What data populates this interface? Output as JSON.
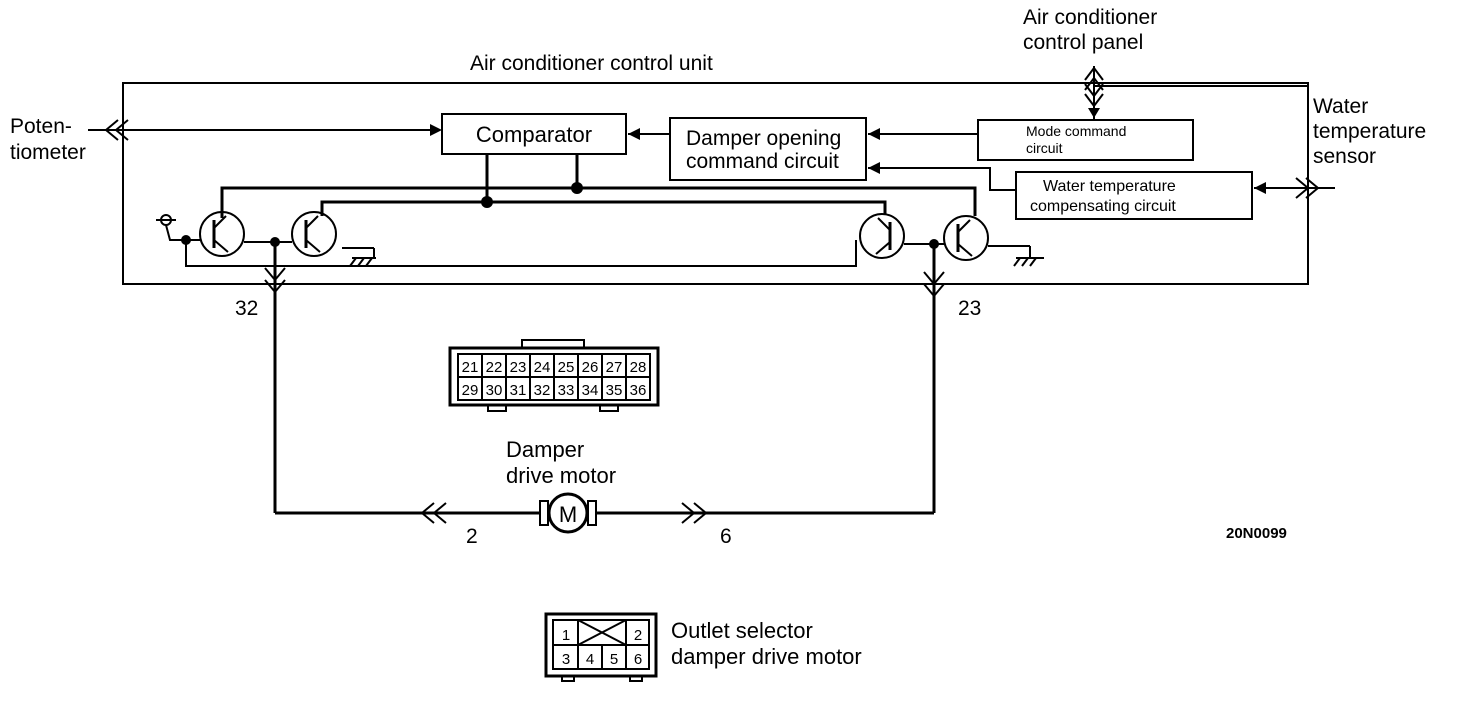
{
  "labels": {
    "control_unit": "Air conditioner control unit",
    "control_panel_line1": "Air conditioner",
    "control_panel_line2": "control panel",
    "potentiometer_line1": "Poten-",
    "potentiometer_line2": "tiometer",
    "water_sensor_line1": "Water",
    "water_sensor_line2": "temperature",
    "water_sensor_line3": "sensor",
    "comparator": "Comparator",
    "damper_cmd_line1": "Damper opening",
    "damper_cmd_line2": "command circuit",
    "mode_cmd_line1": "Mode command",
    "mode_cmd_line2": "circuit",
    "water_comp_line1": "Water temperature",
    "water_comp_line2": "compensating circuit",
    "motor_line1": "Damper",
    "motor_line2": "drive motor",
    "motor_symbol": "M",
    "outlet_line1": "Outlet selector",
    "outlet_line2": "damper drive motor",
    "figure_code": "20N0099"
  },
  "terminals": {
    "t32": "32",
    "t23": "23",
    "t2": "2",
    "t6": "6"
  },
  "ecu_connector": {
    "row1": [
      "21",
      "22",
      "23",
      "24",
      "25",
      "26",
      "27",
      "28"
    ],
    "row2": [
      "29",
      "30",
      "31",
      "32",
      "33",
      "34",
      "35",
      "36"
    ]
  },
  "motor_connector": {
    "row1": [
      "1",
      "2"
    ],
    "row2": [
      "3",
      "4",
      "5",
      "6"
    ]
  }
}
